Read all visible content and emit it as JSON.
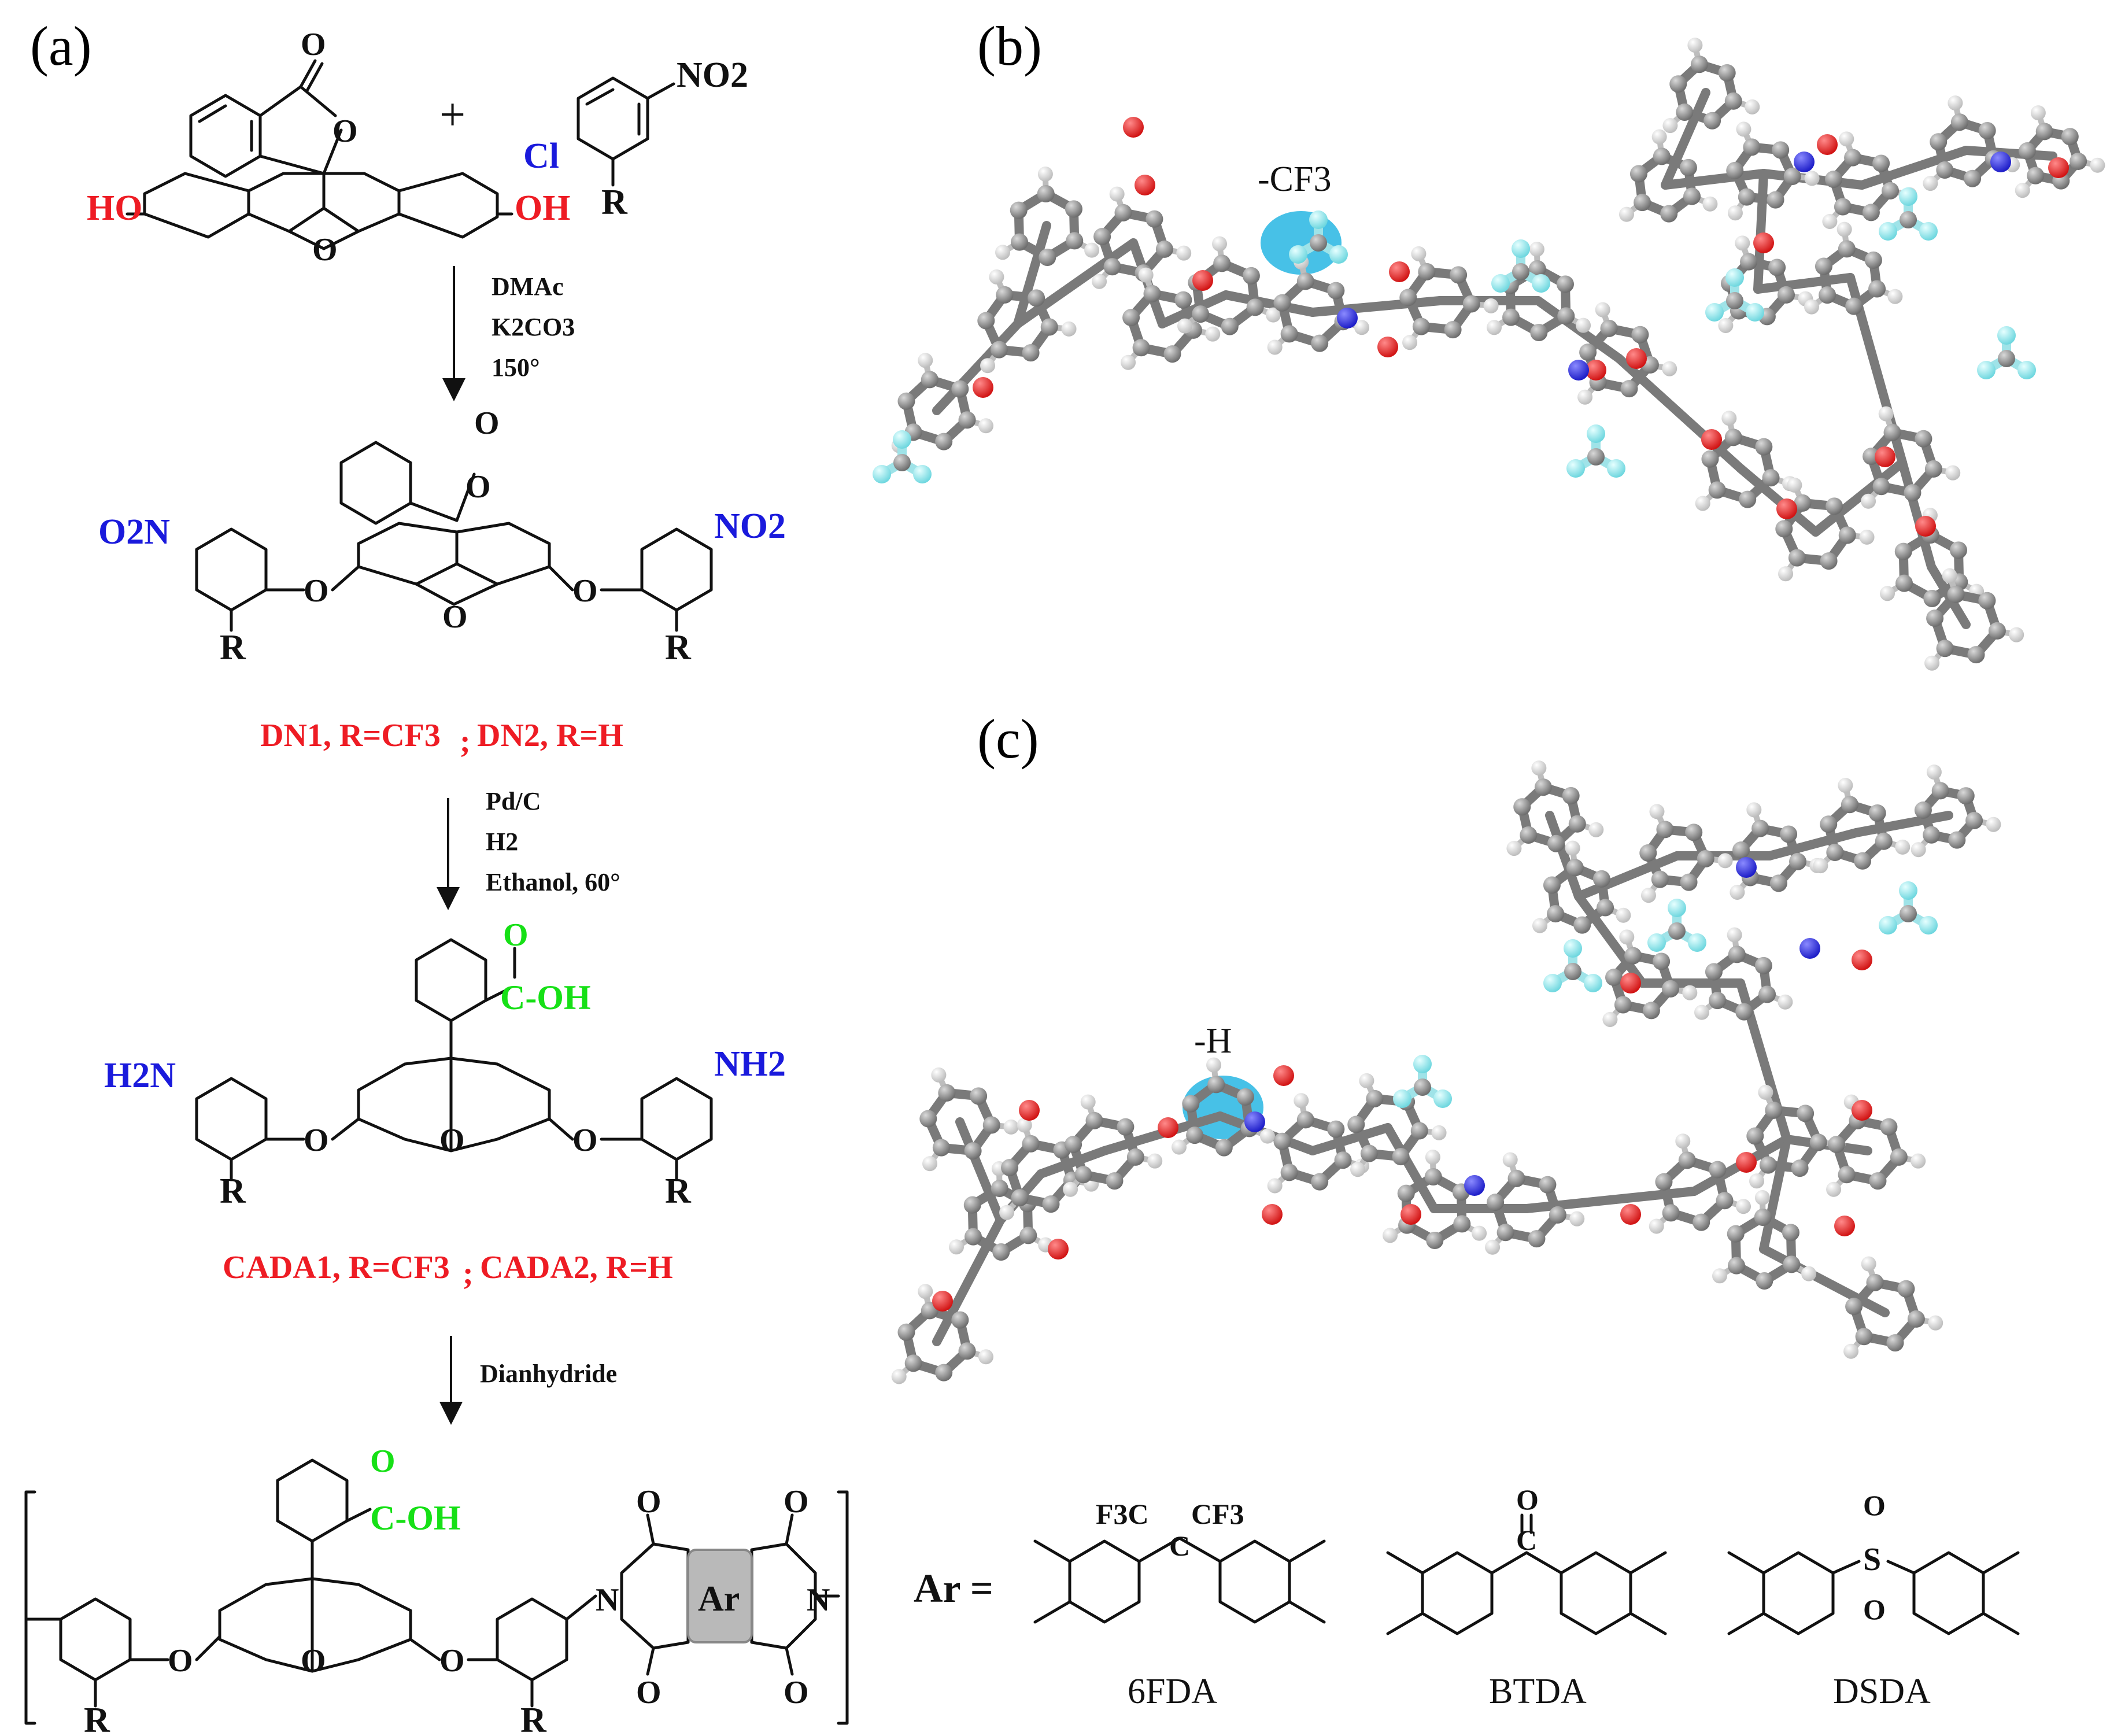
{
  "panels": {
    "a": "(a)",
    "b": "(b)",
    "c": "(c)"
  },
  "reactants": {
    "ho": "HO",
    "oh": "OH",
    "o": "O",
    "plus": "+",
    "cl": "Cl",
    "no2": "NO2",
    "r": "R"
  },
  "step1": {
    "line1": "DMAc",
    "line2": "K2CO3",
    "line3": "150°"
  },
  "dinitro": {
    "o2n": "O2N",
    "no2": "NO2",
    "o": "O",
    "r": "R"
  },
  "dn_label": {
    "part1": "DN1, R=CF3",
    "sep": ";",
    "part2": "DN2, R=H"
  },
  "step2": {
    "line1": "Pd/C",
    "line2": "H2",
    "line3": "Ethanol, 60°"
  },
  "diamine": {
    "h2n": "H2N",
    "nh2": "NH2",
    "o": "O",
    "r": "R",
    "cooh_o": "O",
    "cooh": "C-OH"
  },
  "cada_label": {
    "part1": "CADA1, R=CF3",
    "sep": ";",
    "part2": "CADA2, R=H"
  },
  "step3": {
    "line1": "Dianhydride"
  },
  "polymer": {
    "o": "O",
    "n": "N",
    "r": "R",
    "ar": "Ar",
    "cooh_o": "O",
    "cooh": "C-OH"
  },
  "ar_def": {
    "ar_eq": "Ar =",
    "cf3_left": "F3C",
    "cf3_right": "CF3",
    "c": "C",
    "o": "O",
    "s": "S",
    "n1": "6FDA",
    "n2": "BTDA",
    "n3": "DSDA"
  },
  "mol_b": {
    "tag": "-CF3"
  },
  "mol_c": {
    "tag": "-H"
  },
  "colors": {
    "red": "#ee1c24",
    "blue": "#1a1adc",
    "green": "#16e016",
    "highlight": "#27b6e3"
  }
}
